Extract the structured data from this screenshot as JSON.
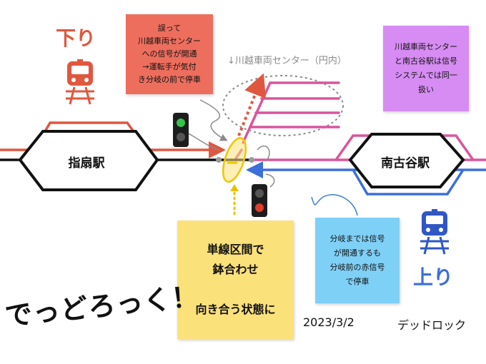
{
  "notes": {
    "red": "誤って\n川越車両センター\nへの信号が開通\n→運転手が気付\nき分岐の前で停車",
    "purple": "川越車両センター\nと南古谷駅は信号\nシステムでは同一\n扱い",
    "yellow": "単線区間で\n鉢合わせ\n\n向き合う状態に",
    "blue": "分岐までは信号\nが開通するも\n分岐前の赤信号\nで停車"
  },
  "labels": {
    "kudari": "下り",
    "nobori": "上り",
    "center": "↓川越車両センター（円内）",
    "date": "2023/3/2",
    "deadlock": "デッドロック",
    "handwriting": "でっどろっく！"
  },
  "stations": {
    "left": "指扇駅",
    "right": "南古谷駅"
  },
  "colors": {
    "down_line": "#e0573f",
    "up_line": "#3b6fd9",
    "depot_track": "#d9559c",
    "main_track": "#111111",
    "signal_green": "#37c24a",
    "signal_red": "#e23b2e"
  },
  "icons": [
    "train-icon-down",
    "train-icon-up",
    "signal-green-icon",
    "signal-red-icon"
  ]
}
